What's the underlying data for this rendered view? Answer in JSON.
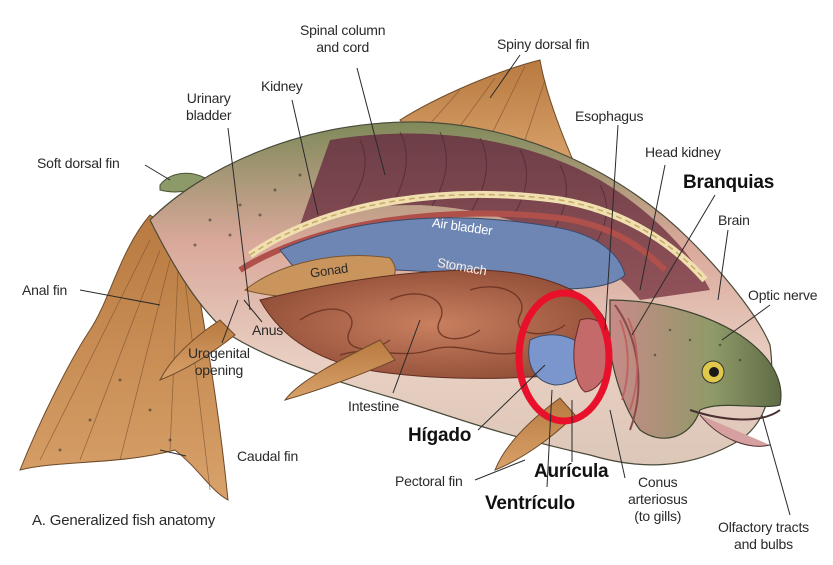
{
  "labels": {
    "spinal_column": "Spinal column\nand cord",
    "spiny_dorsal_fin": "Spiny dorsal fin",
    "urinary_bladder": "Urinary\nbladder",
    "kidney": "Kidney",
    "esophagus": "Esophagus",
    "head_kidney": "Head kidney",
    "soft_dorsal_fin": "Soft dorsal fin",
    "branquias": "Branquias",
    "brain": "Brain",
    "air_bladder": "Air bladder",
    "gonad": "Gonad",
    "stomach": "Stomach",
    "optic_nerve": "Optic nerve",
    "anal_fin": "Anal fin",
    "anus": "Anus",
    "urogenital_opening": "Urogenital\nopening",
    "intestine": "Intestine",
    "higado": "Hígado",
    "caudal_fin": "Caudal fin",
    "auricula": "Aurícula",
    "conus_arteriosus": "Conus\narteriosus\n(to gills)",
    "pectoral_fin": "Pectoral fin",
    "ventriculo": "Ventrículo",
    "olfactory": "Olfactory tracts\nand bulbs",
    "caption": "A. Generalized fish anatomy"
  },
  "colors": {
    "highlight_circle": "#e8102a",
    "body": "#c79a8a",
    "gut": "#b86a4a",
    "air_bladder": "#6d86b4"
  }
}
